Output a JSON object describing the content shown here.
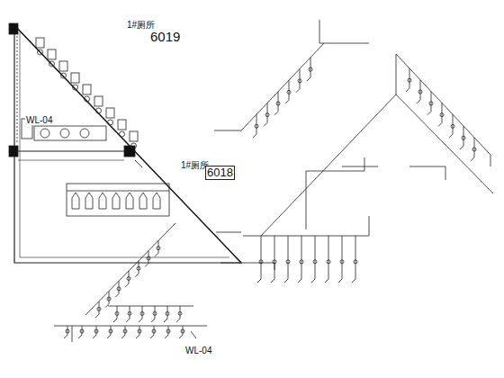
{
  "diagram": {
    "labels": [
      "1#厕所",
      "6019",
      "WL-04",
      "1#厕所",
      "6018",
      "WL-04"
    ]
  }
}
